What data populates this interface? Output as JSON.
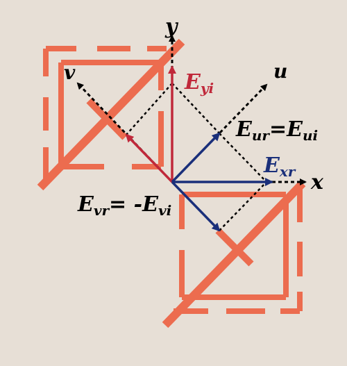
{
  "colors": {
    "background": "#e7dfd6",
    "structure": "#ec6c4f",
    "axis": "#000000",
    "incident_red": "#c0283a",
    "reflected_blue": "#1a2f7a"
  },
  "labels": {
    "y_axis": "y",
    "x_axis": "x",
    "u_axis": "u",
    "v_axis": "v",
    "E_yi": {
      "base": "E",
      "sub": "yi"
    },
    "E_xr": {
      "base": "E",
      "sub": "xr"
    },
    "E_ur_eq": {
      "base1": "E",
      "sub1": "ur",
      "eq": "=",
      "base2": "E",
      "sub2": "ui"
    },
    "E_vr_eq": {
      "base1": "E",
      "sub1": "vr",
      "eq": "= -",
      "base2": "E",
      "sub2": "vi"
    }
  }
}
